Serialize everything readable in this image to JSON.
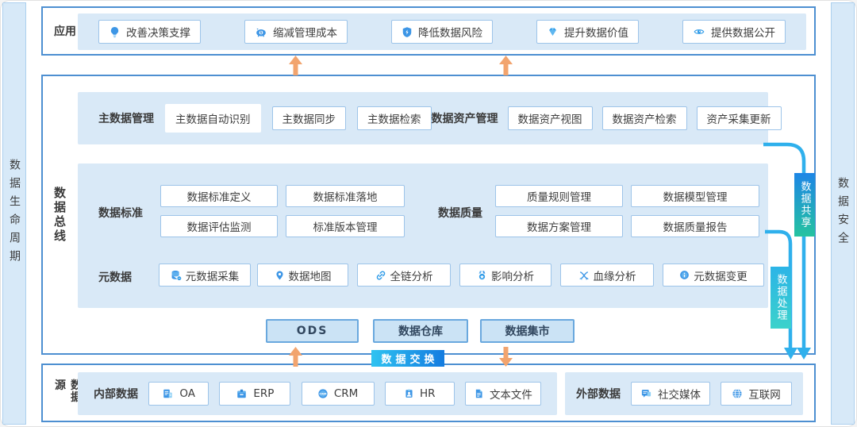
{
  "side_left": {
    "label": "数据生命周期"
  },
  "side_right": {
    "label": "数据安全"
  },
  "top": {
    "label": "应用",
    "buttons": [
      {
        "label": "改善决策支撑",
        "icon": "lightbulb-icon"
      },
      {
        "label": "缩减管理成本",
        "icon": "piggy-bank-icon"
      },
      {
        "label": "降低数据风险",
        "icon": "shield-icon"
      },
      {
        "label": "提升数据价值",
        "icon": "diamond-icon"
      },
      {
        "label": "提供数据公开",
        "icon": "eye-icon"
      }
    ]
  },
  "middle": {
    "label": "数据总线",
    "master_data": {
      "label": "主数据管理",
      "buttons": [
        {
          "label": "主数据自动识别"
        },
        {
          "label": "主数据同步"
        },
        {
          "label": "主数据检索"
        }
      ]
    },
    "asset": {
      "label": "数据资产管理",
      "buttons": [
        {
          "label": "数据资产视图"
        },
        {
          "label": "数据资产检索"
        },
        {
          "label": "资产采集更新"
        }
      ]
    },
    "standard": {
      "label": "数据标准",
      "buttons": [
        {
          "label": "数据标准定义"
        },
        {
          "label": "数据标准落地"
        },
        {
          "label": "数据评估监测"
        },
        {
          "label": "标准版本管理"
        }
      ]
    },
    "quality": {
      "label": "数据质量",
      "buttons": [
        {
          "label": "质量规则管理"
        },
        {
          "label": "数据模型管理"
        },
        {
          "label": "数据方案管理"
        },
        {
          "label": "数据质量报告"
        }
      ]
    },
    "metadata": {
      "label": "元数据",
      "buttons": [
        {
          "label": "元数据采集",
          "icon": "database-icon"
        },
        {
          "label": "数据地图",
          "icon": "map-pin-icon"
        },
        {
          "label": "全链分析",
          "icon": "link-icon"
        },
        {
          "label": "影响分析",
          "icon": "medal-icon"
        },
        {
          "label": "血缘分析",
          "icon": "lineage-icon"
        },
        {
          "label": "元数据变更",
          "icon": "info-circle-icon"
        }
      ]
    },
    "storage": [
      {
        "label": "ODS"
      },
      {
        "label": "数据仓库"
      },
      {
        "label": "数据集市"
      }
    ]
  },
  "tags": {
    "exchange": {
      "label": "数据交换"
    },
    "share": {
      "label": "数据共享"
    },
    "process": {
      "label": "数据处理"
    }
  },
  "bottom": {
    "label": "数据源",
    "internal": {
      "label": "内部数据",
      "buttons": [
        {
          "label": "OA",
          "icon": "document-icon"
        },
        {
          "label": "ERP",
          "icon": "package-icon"
        },
        {
          "label": "CRM",
          "icon": "crm-circle-icon"
        },
        {
          "label": "HR",
          "icon": "id-badge-icon"
        },
        {
          "label": "文本文件",
          "icon": "text-file-icon"
        }
      ]
    },
    "external": {
      "label": "外部数据",
      "buttons": [
        {
          "label": "社交媒体",
          "icon": "social-media-icon"
        },
        {
          "label": "互联网",
          "icon": "globe-icon"
        }
      ]
    }
  },
  "colors": {
    "section_border": "#4d8fd1",
    "panel_bg": "#d9e9f7",
    "chip_border": "#9dc4e9",
    "accent_blue": "#2f9be8",
    "connector_blue": "#2fb0ec",
    "arrow_orange": "#f2a46e",
    "exchange_gradient": "#2fc3f1 → #137be0",
    "share_gradient": "#1d86e6 → #25c3a0",
    "process_gradient": "#2cb4e7 → #3bd2cb"
  }
}
